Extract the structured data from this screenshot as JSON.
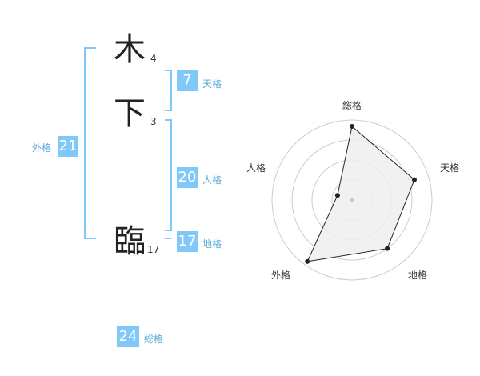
{
  "name": {
    "characters": [
      {
        "char": "木",
        "strokes": "4"
      },
      {
        "char": "下",
        "strokes": "3"
      },
      {
        "char": "臨",
        "strokes": "17"
      }
    ]
  },
  "fortunes": {
    "tenkaku": {
      "value": "7",
      "label": "天格"
    },
    "jinkaku": {
      "value": "20",
      "label": "人格"
    },
    "chikaku": {
      "value": "17",
      "label": "地格"
    },
    "gaikaku": {
      "value": "21",
      "label": "外格"
    },
    "soukaku": {
      "value": "24",
      "label": "総格"
    }
  },
  "colors": {
    "accent": "#7fc8f8",
    "bracket": "#7fc8f8",
    "radar_fill": "#eeeeee",
    "radar_line": "#222222"
  },
  "chart_data": {
    "type": "radar",
    "axes": [
      "総格",
      "天格",
      "地格",
      "外格",
      "人格"
    ],
    "rings": 4,
    "values": [
      0.92,
      0.82,
      0.75,
      0.95,
      0.19
    ]
  }
}
